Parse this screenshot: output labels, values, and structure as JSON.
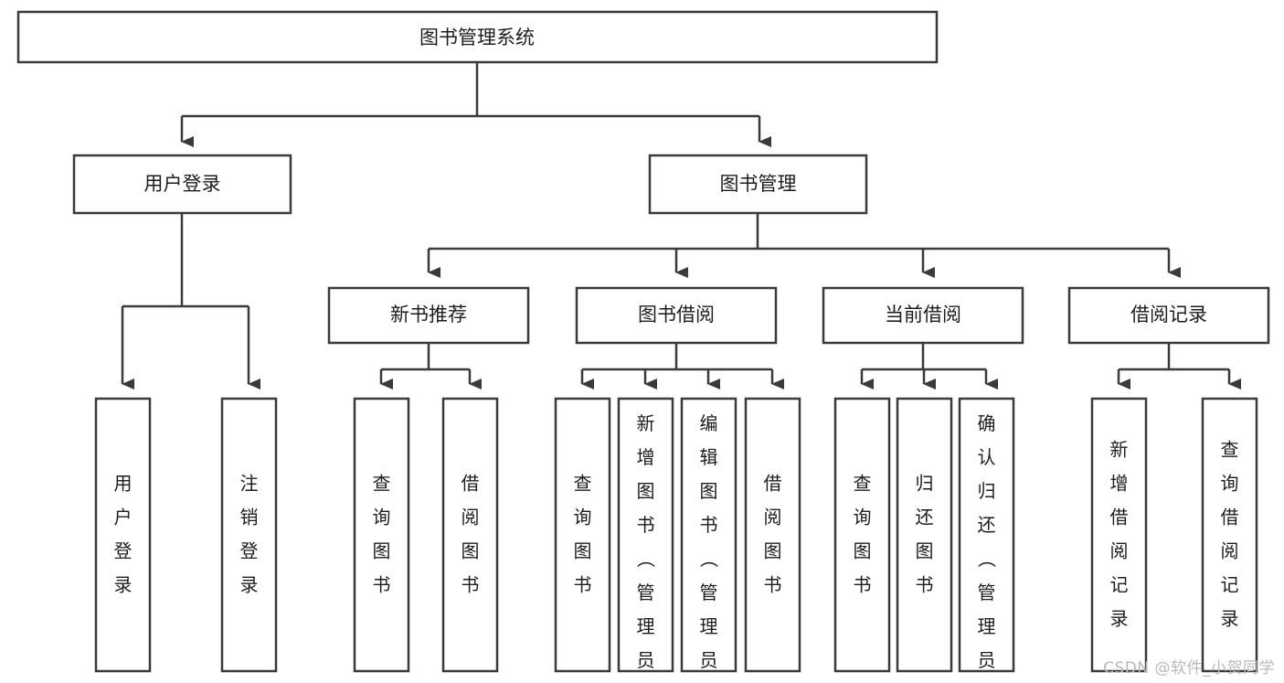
{
  "diagram": {
    "type": "tree-hierarchy-chart",
    "title": "图书管理系统",
    "accent_colors": {
      "box_stroke": "#3a3a3a",
      "box_fill": "#ffffff",
      "text": "#1d1d1d",
      "watermark": "#b9b9b9"
    },
    "levels": {
      "root": {
        "label": "图书管理系统"
      },
      "level2": [
        {
          "id": "user-login",
          "label": "用户登录"
        },
        {
          "id": "book-manage",
          "label": "图书管理"
        }
      ],
      "level3": [
        {
          "id": "new-book-recommend",
          "label": "新书推荐",
          "parent": "book-manage"
        },
        {
          "id": "book-borrow",
          "label": "图书借阅",
          "parent": "book-manage"
        },
        {
          "id": "current-borrow",
          "label": "当前借阅",
          "parent": "book-manage"
        },
        {
          "id": "borrow-record",
          "label": "借阅记录",
          "parent": "book-manage"
        }
      ],
      "leaves": [
        {
          "id": "leaf-user-login",
          "label": "用户登录",
          "parent": "user-login"
        },
        {
          "id": "leaf-logout",
          "label": "注销登录",
          "parent": "user-login"
        },
        {
          "id": "leaf-query-book-1",
          "label": "查询图书",
          "parent": "new-book-recommend"
        },
        {
          "id": "leaf-borrow-book-1",
          "label": "借阅图书",
          "parent": "new-book-recommend"
        },
        {
          "id": "leaf-query-book-2",
          "label": "查询图书",
          "parent": "book-borrow"
        },
        {
          "id": "leaf-add-book",
          "label": "新增图书（管理员）",
          "parent": "book-borrow"
        },
        {
          "id": "leaf-edit-book",
          "label": "编辑图书（管理员）",
          "parent": "book-borrow"
        },
        {
          "id": "leaf-borrow-book-2",
          "label": "借阅图书",
          "parent": "book-borrow"
        },
        {
          "id": "leaf-query-book-3",
          "label": "查询图书",
          "parent": "current-borrow"
        },
        {
          "id": "leaf-return-book",
          "label": "归还图书",
          "parent": "current-borrow"
        },
        {
          "id": "leaf-confirm-return",
          "label": "确认归还（管理员）",
          "parent": "current-borrow"
        },
        {
          "id": "leaf-add-record",
          "label": "新增借阅记录",
          "parent": "borrow-record"
        },
        {
          "id": "leaf-query-record",
          "label": "查询借阅记录",
          "parent": "borrow-record"
        }
      ]
    }
  },
  "watermark": {
    "text": "CSDN @软件_小贺同学"
  }
}
